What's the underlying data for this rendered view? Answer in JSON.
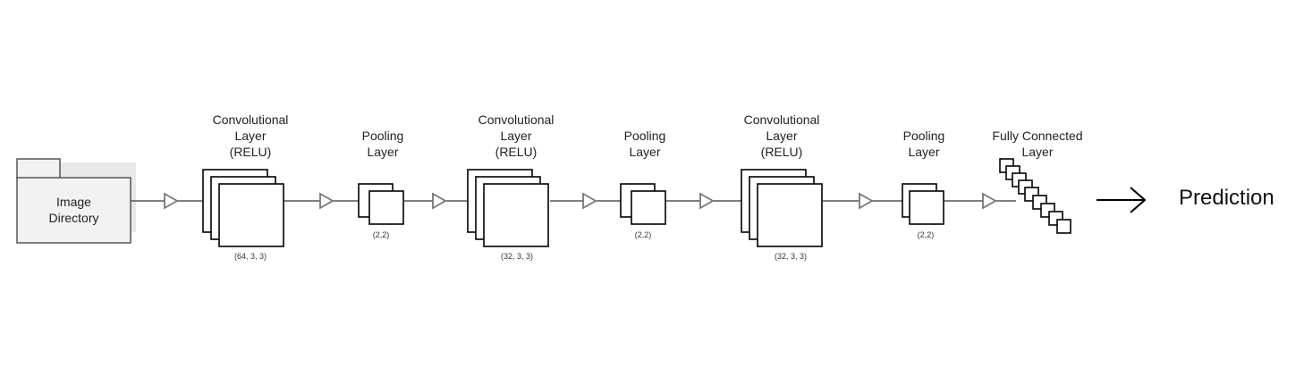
{
  "input": {
    "line1": "Image",
    "line2": "Directory"
  },
  "layers": [
    {
      "type": "conv",
      "title": [
        "Convolutional",
        "Layer",
        "(RELU)"
      ],
      "params": "(64, 3, 3)"
    },
    {
      "type": "pool",
      "title": [
        "Pooling",
        "Layer"
      ],
      "params": "(2,2)"
    },
    {
      "type": "conv",
      "title": [
        "Convolutional",
        "Layer",
        "(RELU)"
      ],
      "params": "(32, 3, 3)"
    },
    {
      "type": "pool",
      "title": [
        "Pooling",
        "Layer"
      ],
      "params": "(2,2)"
    },
    {
      "type": "conv",
      "title": [
        "Convolutional",
        "Layer",
        "(RELU)"
      ],
      "params": "(32, 3, 3)"
    },
    {
      "type": "pool",
      "title": [
        "Pooling",
        "Layer"
      ],
      "params": "(2,2)"
    },
    {
      "type": "fc",
      "title": [
        "Fully Connected",
        "Layer"
      ]
    }
  ],
  "output": {
    "label": "Prediction"
  },
  "colors": {
    "line": "#555555",
    "box_stroke": "#000000",
    "folder_fill": "#f2f2f2",
    "arrow_stroke": "#777777"
  }
}
